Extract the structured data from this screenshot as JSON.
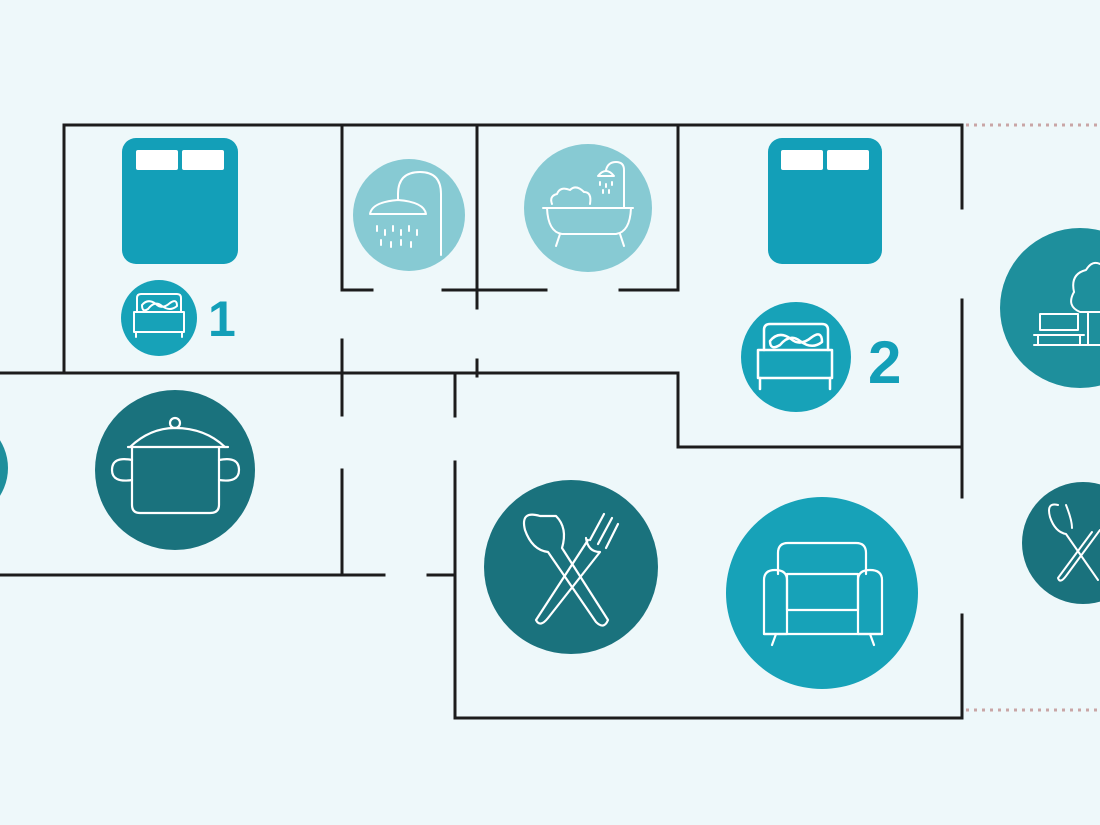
{
  "colors": {
    "background": "#eef8fa",
    "wall": "#1c1c1c",
    "dotted_boundary": "#c9a6a6",
    "bed_block": "#139fb8",
    "pale_teal": "#87cad3",
    "mid_teal": "#17a2b8",
    "deep_teal": "#1e8f9c",
    "dark_teal": "#1a727d",
    "number_text": "#139fb8",
    "icon_stroke": "#ffffff"
  },
  "rooms": [
    {
      "id": "bedroom-1",
      "number": "1",
      "icon": "bed-icon"
    },
    {
      "id": "shower-room",
      "icon": "shower-icon"
    },
    {
      "id": "bathroom",
      "icon": "bathtub-icon"
    },
    {
      "id": "bedroom-2",
      "number": "2",
      "icon": "bed-icon"
    },
    {
      "id": "kitchen",
      "icon": "cooking-pot-icon"
    },
    {
      "id": "dining",
      "icon": "spoon-fork-icon"
    },
    {
      "id": "living-room",
      "icon": "armchair-icon"
    },
    {
      "id": "garden",
      "icon": "bench-tree-icon"
    },
    {
      "id": "outdoor-dining",
      "icon": "spoon-fork-icon"
    }
  ]
}
